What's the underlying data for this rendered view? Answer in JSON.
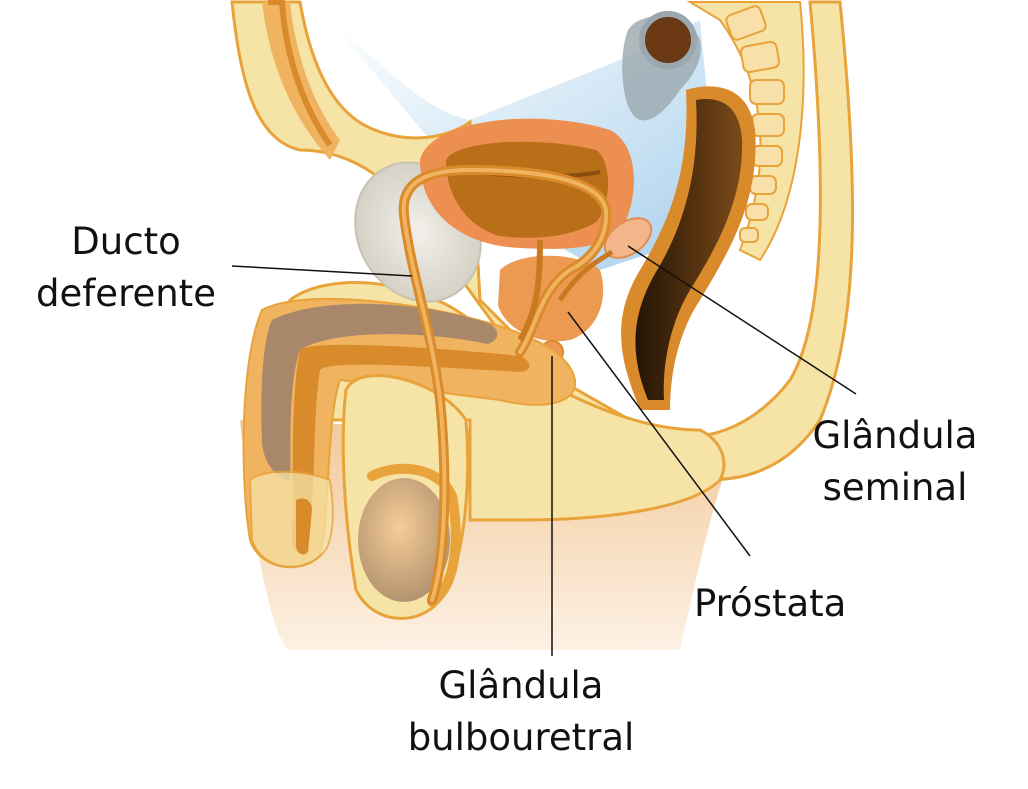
{
  "labels": {
    "ducto_deferente": [
      "Ducto",
      "deferente"
    ],
    "glandula_seminal": [
      "Glândula",
      "seminal"
    ],
    "prostata": "Próstata",
    "glandula_bulbouretral": [
      "Glândula",
      "bulbouretral"
    ]
  },
  "colors": {
    "skin": "#f6e3a6",
    "skin_outline": "#e8a33a",
    "tissue": "#f0b460",
    "tissue_dark": "#d98a2a",
    "bladder_outer": "#ee8f52",
    "bladder_inner": "#b86f18",
    "rectum_dark": "#3a230c",
    "sky": "#b9d8ee",
    "testis": "#e9c38c",
    "pubic_bone": "#e6e3da",
    "leader": "#111111"
  }
}
